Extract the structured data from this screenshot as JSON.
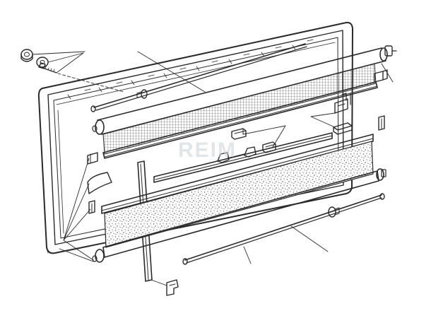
{
  "watermark": {
    "text": "REIM"
  },
  "colors": {
    "stroke": "#2a2a2a",
    "mesh": "#444444",
    "blind": "#555555",
    "background": "#ffffff"
  },
  "parts": [
    "frame",
    "cap-nut",
    "washer",
    "screw",
    "tension-cord-upper",
    "flyscreen-roller",
    "flyscreen-mesh",
    "blind-roller",
    "blind-fabric",
    "tension-cord-lower",
    "pull-rail",
    "side-guide-rail",
    "handle-clips",
    "corner-caps",
    "end-brackets",
    "bottom-clip"
  ]
}
